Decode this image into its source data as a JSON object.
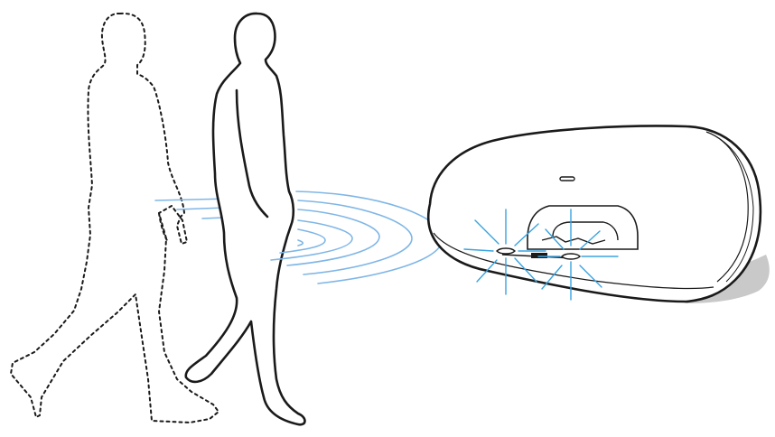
{
  "illustration": {
    "figures": [
      {
        "id": "previous-position",
        "style": "dashed-outline"
      },
      {
        "id": "current-position",
        "style": "solid-outline"
      }
    ],
    "signal": {
      "icon": "proximity-wave-icon",
      "arc_count": 6
    },
    "device": {
      "icon": "speaker-dock-icon",
      "lights": [
        "blinking-light-icon",
        "blinking-light-icon"
      ]
    },
    "colors": {
      "outline": "#1a1a1a",
      "signal": "#7fb6e6",
      "light": "#3aa3e0",
      "shadow": "#c9c9c9",
      "background": "#ffffff"
    }
  }
}
